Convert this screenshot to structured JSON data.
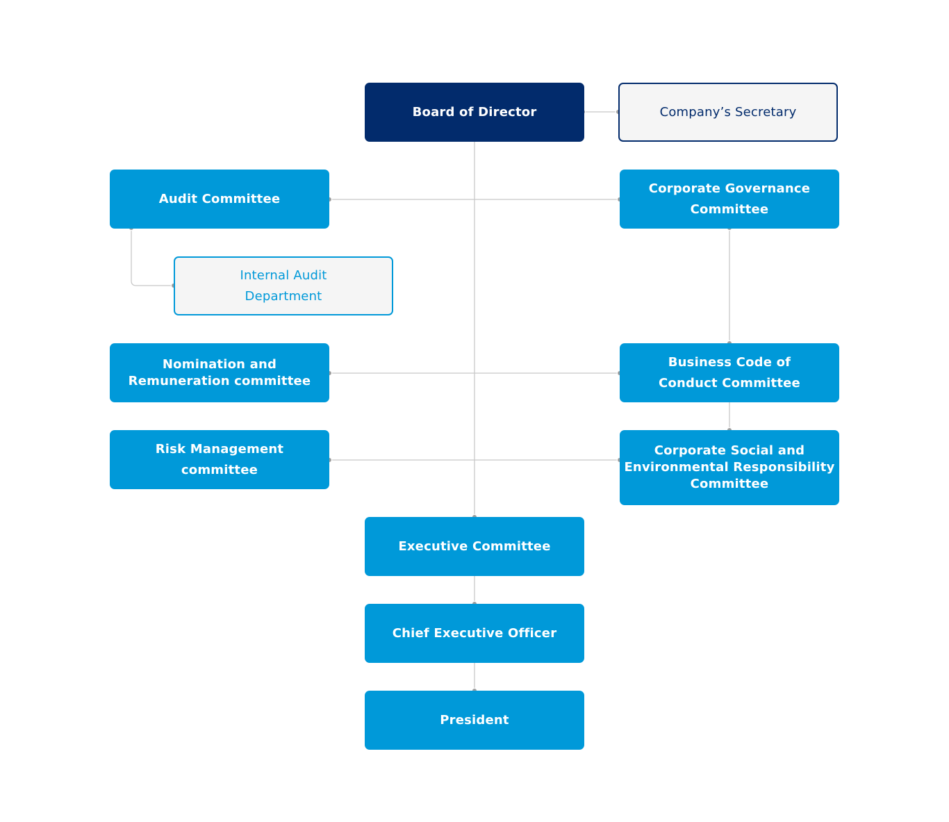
{
  "nodes": {
    "board": {
      "label": "Board of Director"
    },
    "secretary": {
      "label": "Company’s Secretary"
    },
    "audit_committee": {
      "label": "Audit Committee"
    },
    "corporate_governance": {
      "line1": "Corporate Governance",
      "line2": "Committee"
    },
    "internal_audit": {
      "line1": "Internal Audit",
      "line2": "Department"
    },
    "nomination": {
      "line1": "Nomination and",
      "line2": "Remuneration committee"
    },
    "business_code": {
      "line1": "Business Code of",
      "line2": "Conduct Committee"
    },
    "risk_management": {
      "line1": "Risk Management",
      "line2": "committee"
    },
    "csr": {
      "line1": "Corporate Social and",
      "line2": "Environmental Responsibility",
      "line3": "Committee"
    },
    "executive_committee": {
      "label": "Executive Committee"
    },
    "ceo": {
      "label": "Chief Executive Officer"
    },
    "president": {
      "label": "President"
    }
  },
  "colors": {
    "primary": "#0099d9",
    "dark": "#022b6c",
    "outline_fill": "#f5f5f5",
    "connector": "#c8c8c8",
    "connector_dot": "#9e9e9e"
  }
}
